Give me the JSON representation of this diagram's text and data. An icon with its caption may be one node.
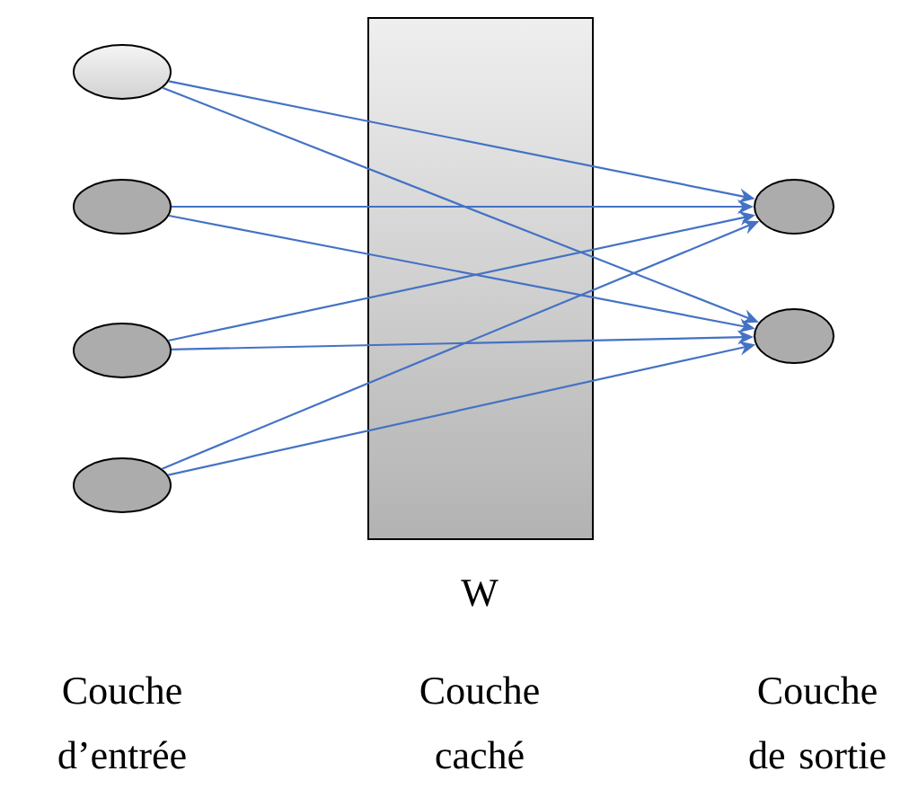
{
  "diagram": {
    "nodes": [
      {
        "text": [],
        "shape": "ellipse"
      },
      {
        "text": [],
        "shape": "ellipse"
      },
      {
        "text": [],
        "shape": "ellipse"
      },
      {
        "text": [],
        "shape": "ellipse"
      },
      {
        "text": [],
        "shape": "ellipse"
      },
      {
        "text": [],
        "shape": "ellipse"
      }
    ],
    "edges": [
      {
        "from": 0,
        "to": 4,
        "arrow": "to"
      },
      {
        "from": 0,
        "to": 5,
        "arrow": "to"
      },
      {
        "from": 1,
        "to": 4,
        "arrow": "to"
      },
      {
        "from": 1,
        "to": 5,
        "arrow": "to"
      },
      {
        "from": 2,
        "to": 4,
        "arrow": "to"
      },
      {
        "from": 2,
        "to": 5,
        "arrow": "to"
      },
      {
        "from": 3,
        "to": 4,
        "arrow": "to"
      },
      {
        "from": 3,
        "to": 5,
        "arrow": "to"
      }
    ],
    "labels": [
      "W",
      "Couche d’entrée",
      "Couche caché",
      "Couche de sortie"
    ]
  }
}
